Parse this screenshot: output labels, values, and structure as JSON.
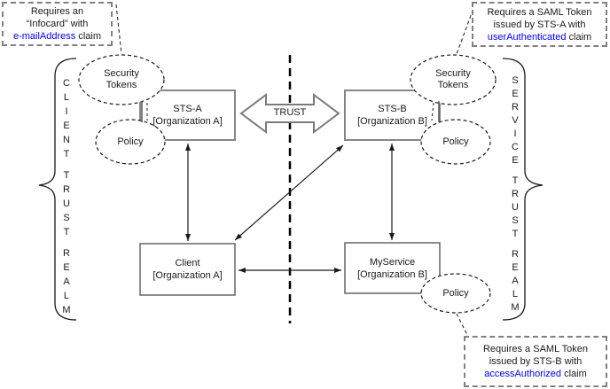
{
  "callouts": {
    "infocard": {
      "line1": "Requires an",
      "line2": "“Infocard” with",
      "claim": "e-mailAddress",
      "tail": " claim"
    },
    "saml_sts_a": {
      "line1": "Requires a SAML Token",
      "line2": "issued by STS-A with",
      "claim": "userAuthenticated",
      "tail": " claim"
    },
    "saml_sts_b": {
      "line1": "Requires a SAML Token",
      "line2": "issued by STS-B with",
      "claim": "accessAuthorized",
      "tail": " claim"
    }
  },
  "boxes": {
    "sts_a": {
      "title": "STS-A",
      "subtitle": "[Organization A]"
    },
    "sts_b": {
      "title": "STS-B",
      "subtitle": "[Organization B]"
    },
    "client": {
      "title": "Client",
      "subtitle": "[Organization A]"
    },
    "myservice": {
      "title": "MyService",
      "subtitle": "[Organization B]"
    }
  },
  "ellipses": {
    "security_tokens_left": "Security Tokens",
    "policy_left": "Policy",
    "security_tokens_right": "Security Tokens",
    "policy_right": "Policy",
    "policy_service": "Policy"
  },
  "trust_label": "TRUST",
  "realms": {
    "left": {
      "words": [
        "CLIENT",
        "TRUST",
        "REALM"
      ]
    },
    "right": {
      "words": [
        "SERVICE",
        "TRUST",
        "REALM"
      ]
    }
  },
  "colors": {
    "claim_blue": "#0000ff",
    "callout_border": "#808080",
    "box_border": "#878787"
  }
}
